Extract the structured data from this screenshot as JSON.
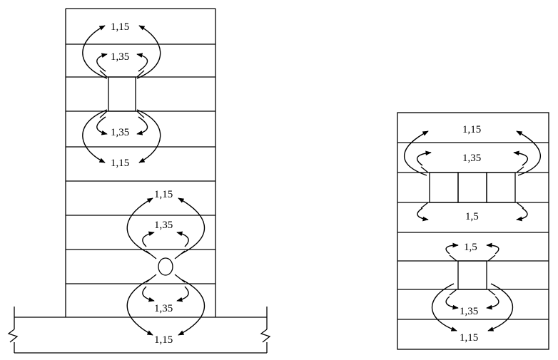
{
  "left_figure": {
    "labels": {
      "top_outer": "1,15",
      "top_inner": "1,35",
      "mid_inner": "1,35",
      "mid_outer": "1,15",
      "round_top_outer": "1,15",
      "round_top_inner": "1,35",
      "round_bottom_inner": "1,35",
      "round_bottom_outer": "1,15"
    }
  },
  "right_figure": {
    "labels": {
      "top_outer": "1,15",
      "top_inner": "1,35",
      "below_block": "1,5",
      "small_top": "1,5",
      "small_bottom_inner": "1,35",
      "small_bottom_outer": "1,15"
    }
  }
}
